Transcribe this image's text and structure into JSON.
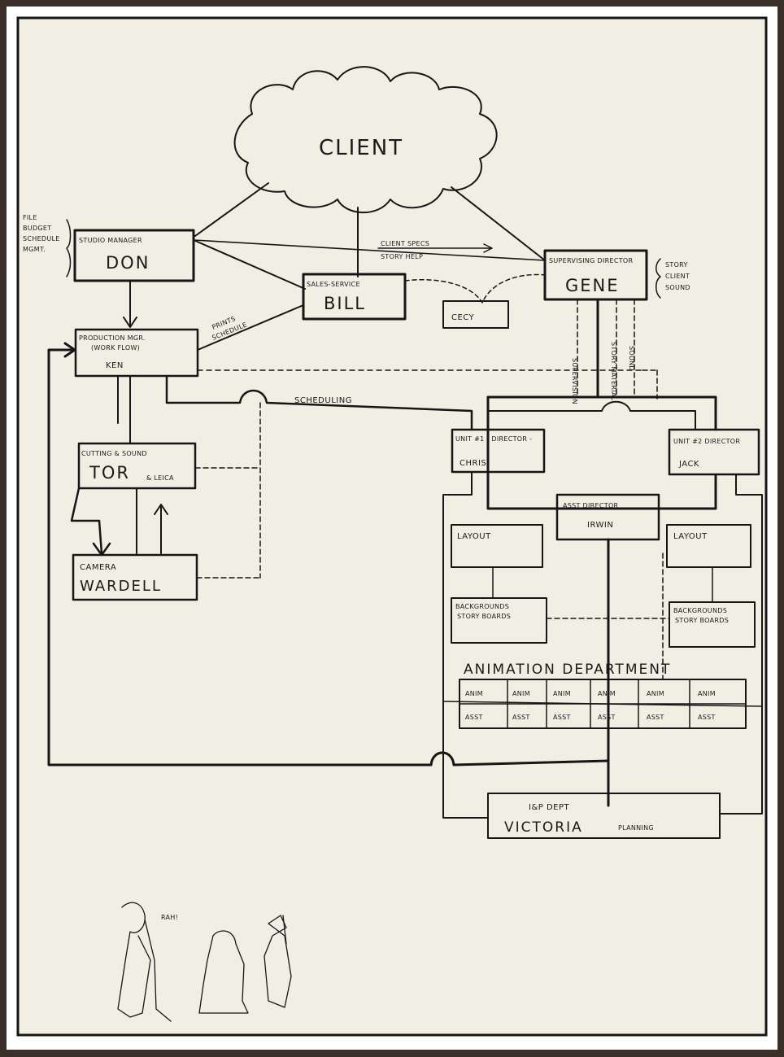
{
  "colors": {
    "paper": "#f1efe4",
    "ink": "#161616",
    "frame": "#3a2f29",
    "mat": "#ffffff"
  },
  "diagram": {
    "client": "CLIENT",
    "client_specs_note": "CLIENT SPECS",
    "client_specs_note2": "STORY HELP",
    "side_note_lines": [
      "FILE",
      "BUDGET",
      "SCHEDULE",
      "MGMT."
    ],
    "story_note_lines": [
      "STORY",
      "CLIENT",
      "SOUND"
    ],
    "scheduling": "SCHEDULING",
    "prints_schedule_lines": [
      "PRINTS",
      "SCHEDULE"
    ],
    "nodes": {
      "don": {
        "title": "STUDIO MANAGER",
        "name": "DON"
      },
      "bill": {
        "title": "SALES-SERVICE",
        "name": "BILL"
      },
      "cecy": {
        "name": "CECY"
      },
      "gene": {
        "title": "SUPERVISING DIRECTOR",
        "name": "GENE"
      },
      "ken": {
        "title": "PRODUCTION MGR.",
        "subtitle": "(WORK FLOW)",
        "name": "KEN"
      },
      "tor": {
        "title": "CUTTING & SOUND",
        "name": "TOR",
        "extra": "& LEICA"
      },
      "wardell": {
        "title": "CAMERA",
        "name": "WARDELL"
      },
      "chris": {
        "title": "UNIT #1 - DIRECTOR -",
        "name": "CHRIS"
      },
      "jack": {
        "title": "UNIT #2 DIRECTOR",
        "name": "JACK"
      },
      "irwin": {
        "title": "ASST DIRECTOR",
        "name": "IRWIN"
      },
      "layout_left": {
        "name": "LAYOUT"
      },
      "layout_right": {
        "name": "LAYOUT"
      },
      "bg_left": {
        "title": "BACKGROUNDS",
        "subtitle": "STORY BOARDS"
      },
      "bg_right": {
        "title": "BACKGROUNDS",
        "subtitle": "STORY BOARDS"
      },
      "victoria": {
        "title": "I&P DEPT",
        "name": "VICTORIA",
        "extra": "PLANNING"
      }
    },
    "animation_dept": "ANIMATION  DEPARTMENT",
    "anim_row": [
      "ANIM",
      "ANIM",
      "ANIM",
      "ANIM",
      "ANIM",
      "ANIM"
    ],
    "asst_row": [
      "ASST",
      "ASST",
      "ASST",
      "ASST",
      "ASST",
      "ASST"
    ],
    "vertical_labels": [
      "SUPERVISION",
      "STORY MATERIAL",
      "SOUND"
    ],
    "cartoon_speech": "RAH!"
  }
}
